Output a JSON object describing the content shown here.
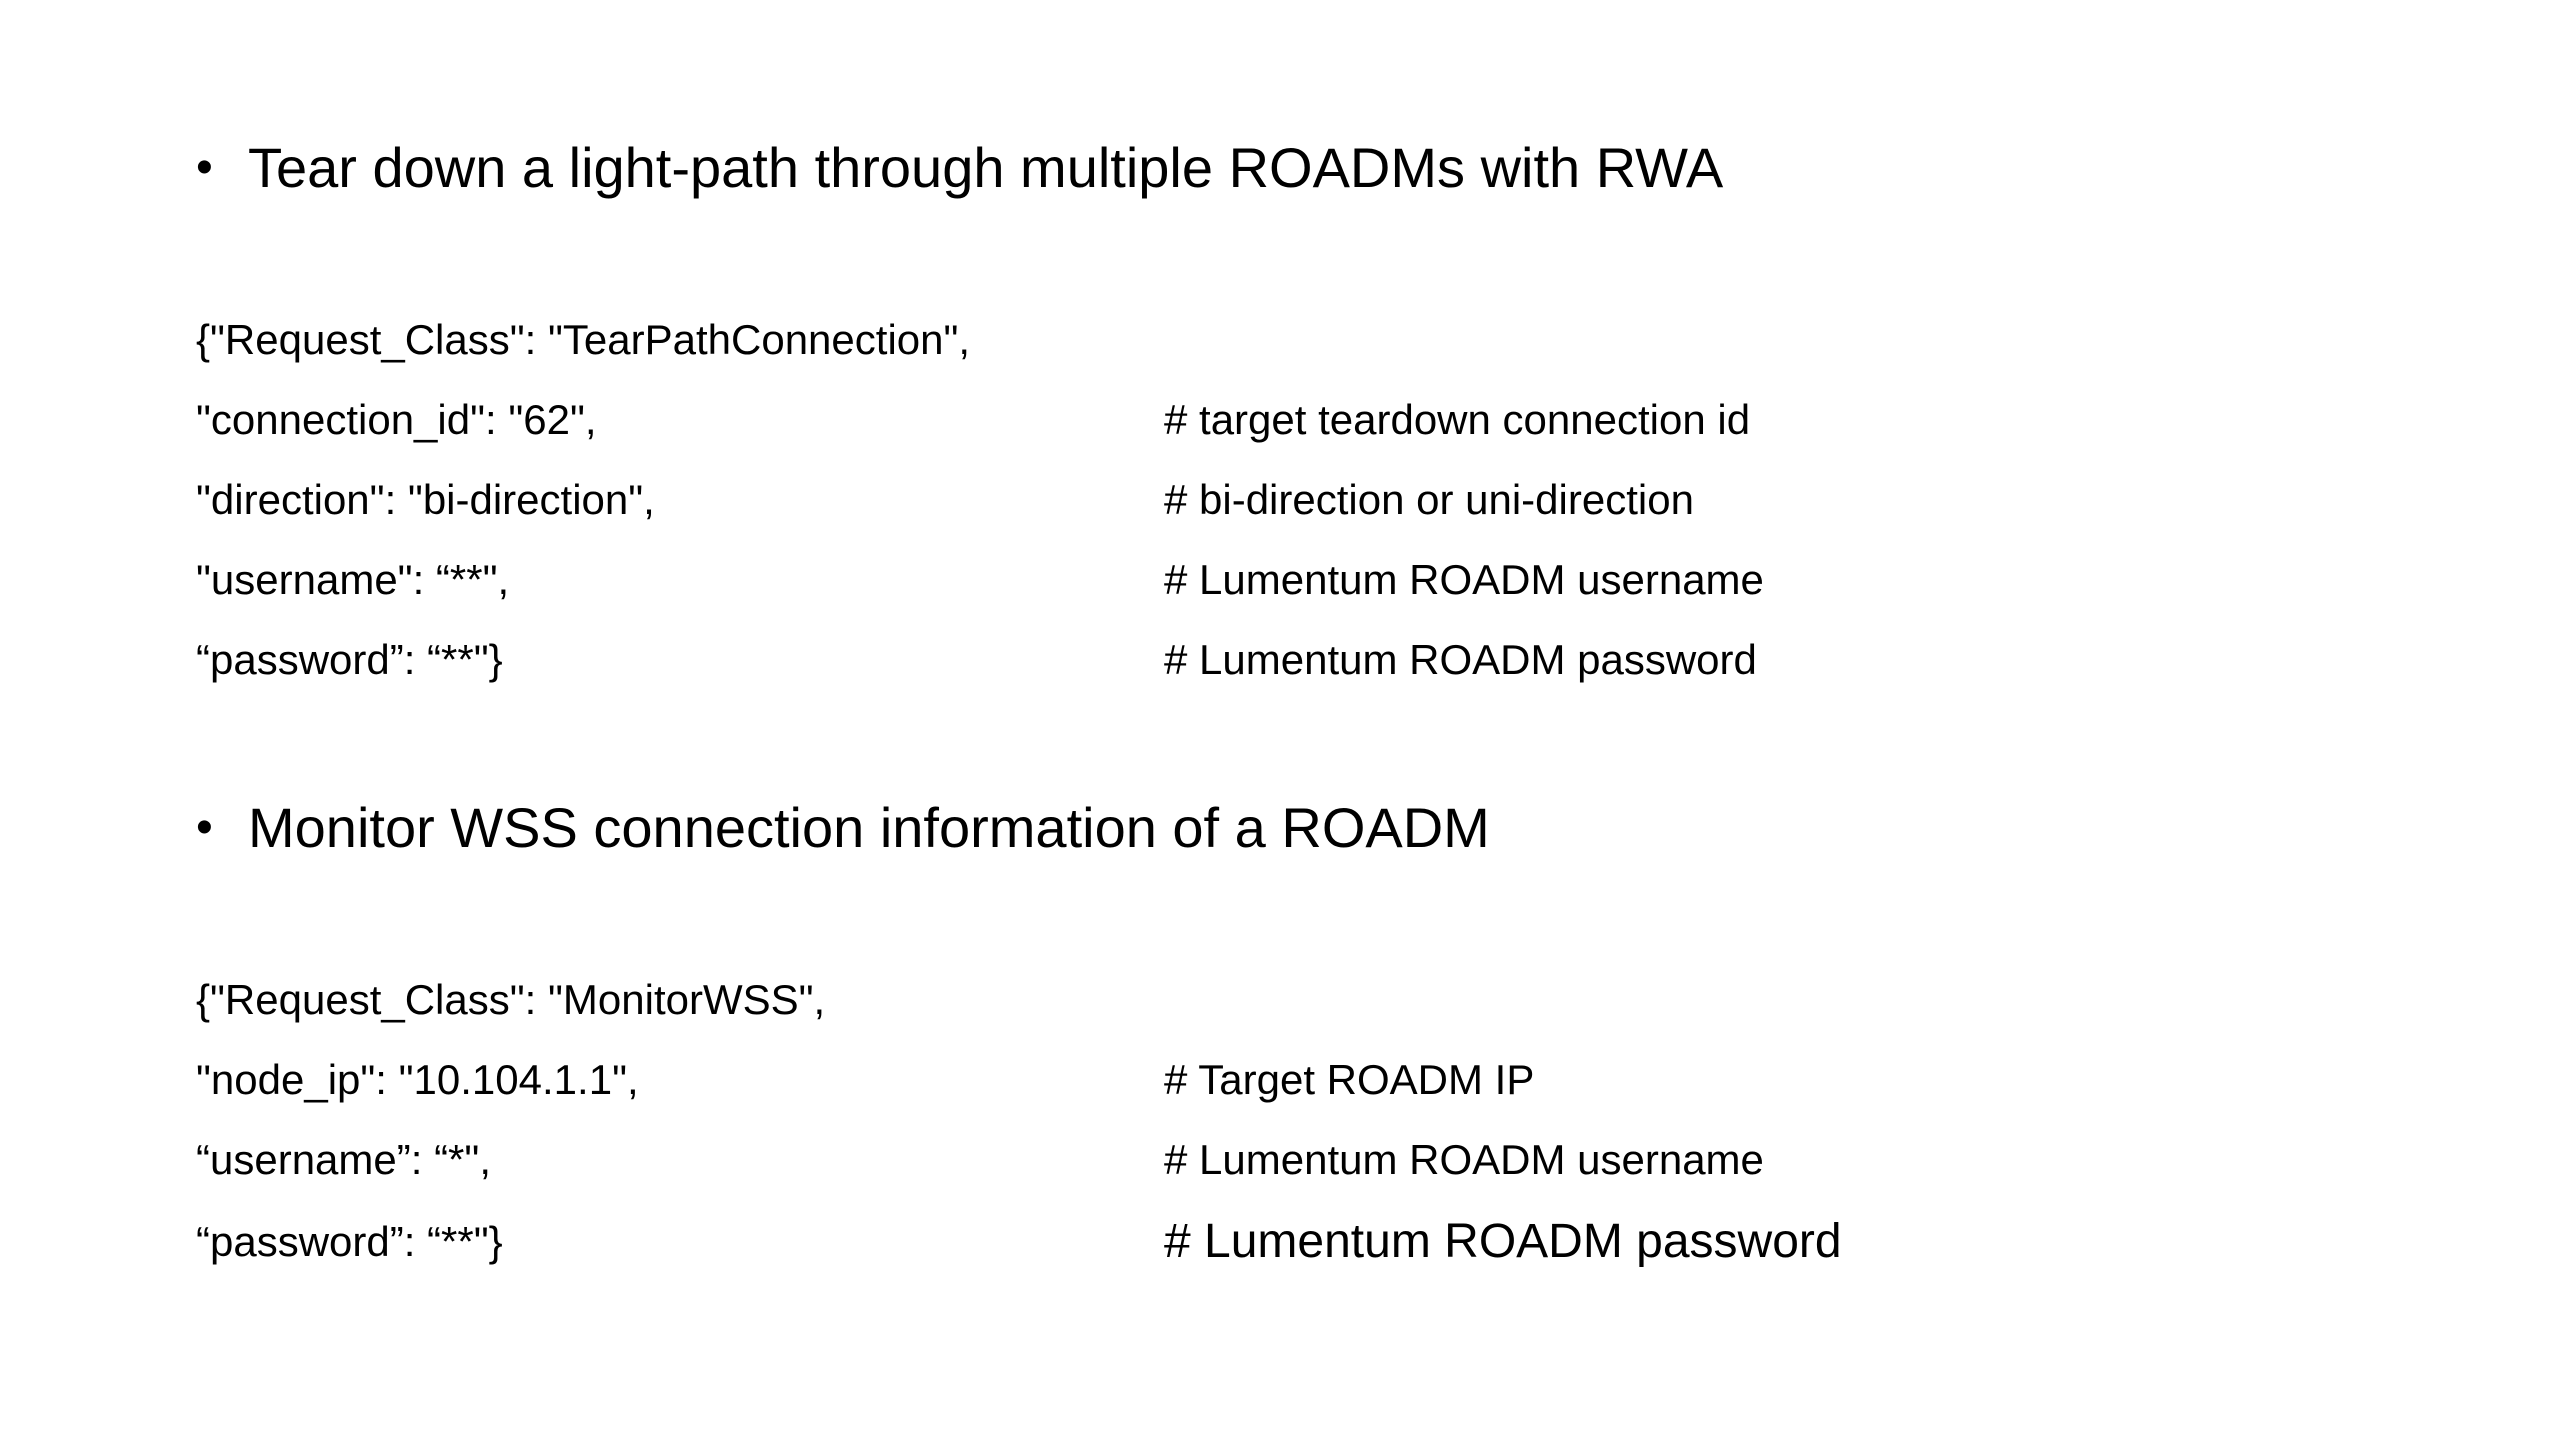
{
  "section1": {
    "heading": "Tear down a light-path through multiple ROADMs with RWA",
    "lines": [
      {
        "code": "{\"Request_Class\": \"TearPathConnection\",",
        "comment": ""
      },
      {
        "code": "\"connection_id\": \"62\",",
        "comment": "# target teardown connection id"
      },
      {
        "code": "\"direction\": \"bi-direction\",",
        "comment": "# bi-direction or uni-direction"
      },
      {
        "code": "\"username\": “**\",",
        "comment": "# Lumentum ROADM username"
      },
      {
        "code": "“password”: “**\"}",
        "comment": "# Lumentum ROADM password"
      }
    ]
  },
  "section2": {
    "heading": "Monitor WSS connection information of a ROADM",
    "lines": [
      {
        "code": "{\"Request_Class\": \"MonitorWSS\",",
        "comment": ""
      },
      {
        "code": "\"node_ip\": \"10.104.1.1\",",
        "comment": "# Target ROADM IP"
      },
      {
        "code": "“username”: “*\",",
        "comment": "# Lumentum ROADM username"
      },
      {
        "code": "“password”: “**\"}",
        "comment": "# Lumentum ROADM password"
      }
    ]
  },
  "bullet_glyph": "•"
}
